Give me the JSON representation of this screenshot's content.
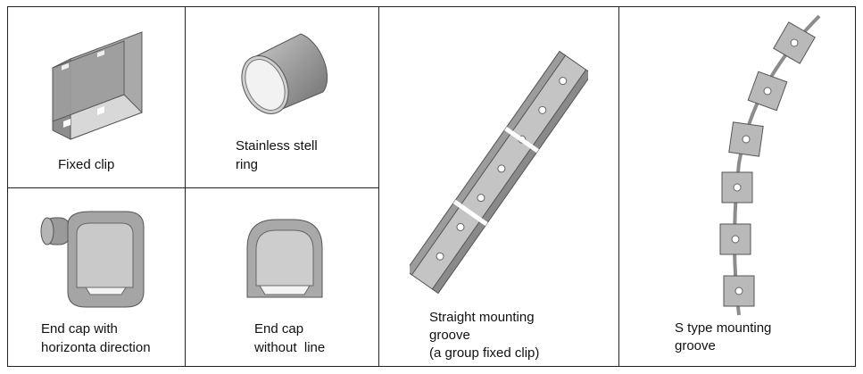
{
  "cells": {
    "fixed_clip": {
      "caption": "Fixed clip"
    },
    "stainless_ring": {
      "caption_line1": "Stainless stell",
      "caption_line2": "ring"
    },
    "end_cap_horizontal": {
      "caption_line1": "End cap with",
      "caption_line2": "horizonta direction"
    },
    "end_cap_no_line": {
      "caption_line1": "End cap",
      "caption_line2": "without  line"
    },
    "straight_groove": {
      "caption_line1": "Straight ​mounting",
      "caption_line2": "groove",
      "caption_line3": "(a group fixed clip)"
    },
    "s_type_groove": {
      "caption_line1": "S type mounting",
      "caption_line2": "groove"
    }
  }
}
